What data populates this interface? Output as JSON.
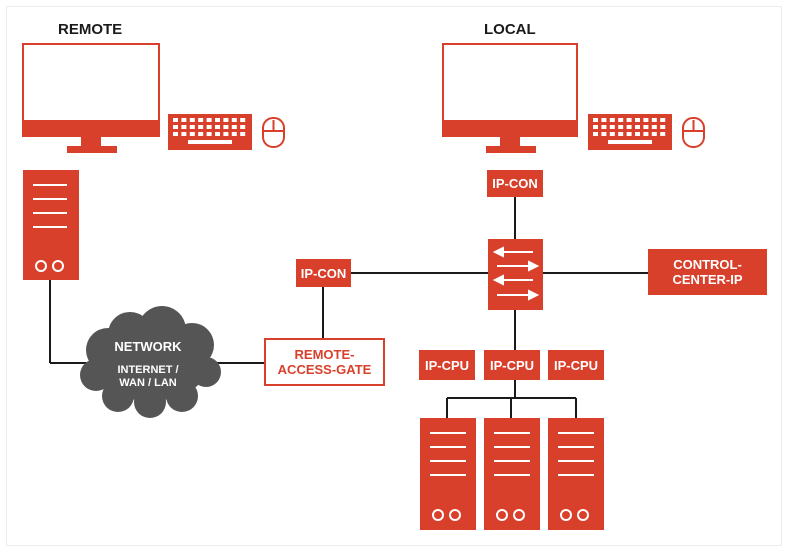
{
  "headers": {
    "remote": "REMOTE",
    "local": "LOCAL"
  },
  "labels": {
    "ip_con_local": "IP-CON",
    "ip_con_left": "IP-CON",
    "control_center": "CONTROL-\nCENTER-IP",
    "remote_access_gate": "REMOTE-\nACCESS-GATE",
    "ip_cpu_1": "IP-CPU",
    "ip_cpu_2": "IP-CPU",
    "ip_cpu_3": "IP-CPU",
    "network_title": "NETWORK",
    "network_sub": "INTERNET /\nWAN / LAN"
  },
  "icons": {
    "remote_monitor": "monitor-icon",
    "remote_keyboard": "keyboard-icon",
    "remote_mouse": "mouse-icon",
    "remote_server": "server-icon",
    "local_monitor": "monitor-icon",
    "local_keyboard": "keyboard-icon",
    "local_mouse": "mouse-icon",
    "switch": "network-switch-icon",
    "network_cloud": "cloud-icon",
    "local_servers": "server-icon"
  },
  "colors": {
    "accent": "#d9402b",
    "cloud": "#555555",
    "line": "#1a1a1a"
  }
}
